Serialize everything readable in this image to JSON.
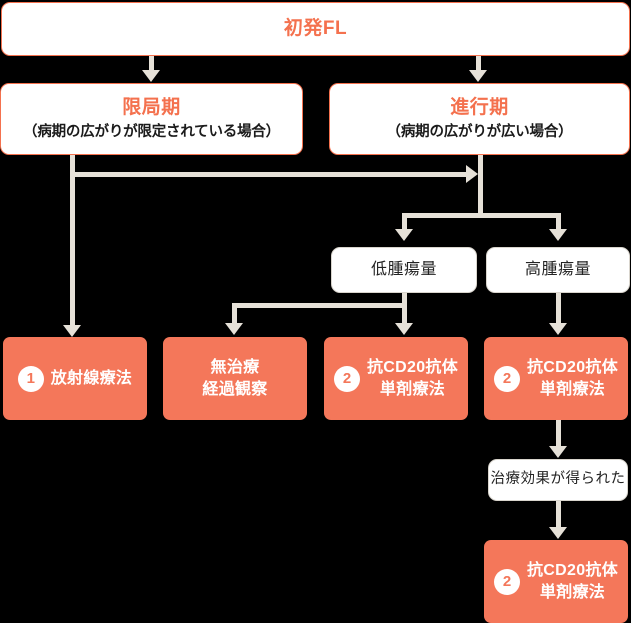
{
  "diagram": {
    "title_node": {
      "label": "初発FL"
    },
    "stages": [
      {
        "title": "限局期",
        "sub": "（病期の広がりが限定されている場合）"
      },
      {
        "title": "進行期",
        "sub": "（病期の広がりが広い場合）"
      }
    ],
    "burden": [
      {
        "label": "低腫瘍量"
      },
      {
        "label": "高腫瘍量"
      }
    ],
    "treatments": [
      {
        "badge": "1",
        "line1": "放射線療法",
        "line2": ""
      },
      {
        "badge": "",
        "line1": "無治療",
        "line2": "経過観察"
      },
      {
        "badge": "2",
        "line1": "抗CD20抗体",
        "line2": "単剤療法"
      },
      {
        "badge": "2",
        "line1": "抗CD20抗体",
        "line2": "単剤療法"
      }
    ],
    "outcome": {
      "label": "治療効果が得られた"
    },
    "followup": {
      "badge": "2",
      "line1": "抗CD20抗体",
      "line2": "単剤療法"
    },
    "colors": {
      "background": "#000000",
      "coral": "#f4714e",
      "coral_fill": "#f4775a",
      "connector": "#e6e1d8",
      "box_white": "#ffffff",
      "text_dark": "#232323"
    }
  }
}
